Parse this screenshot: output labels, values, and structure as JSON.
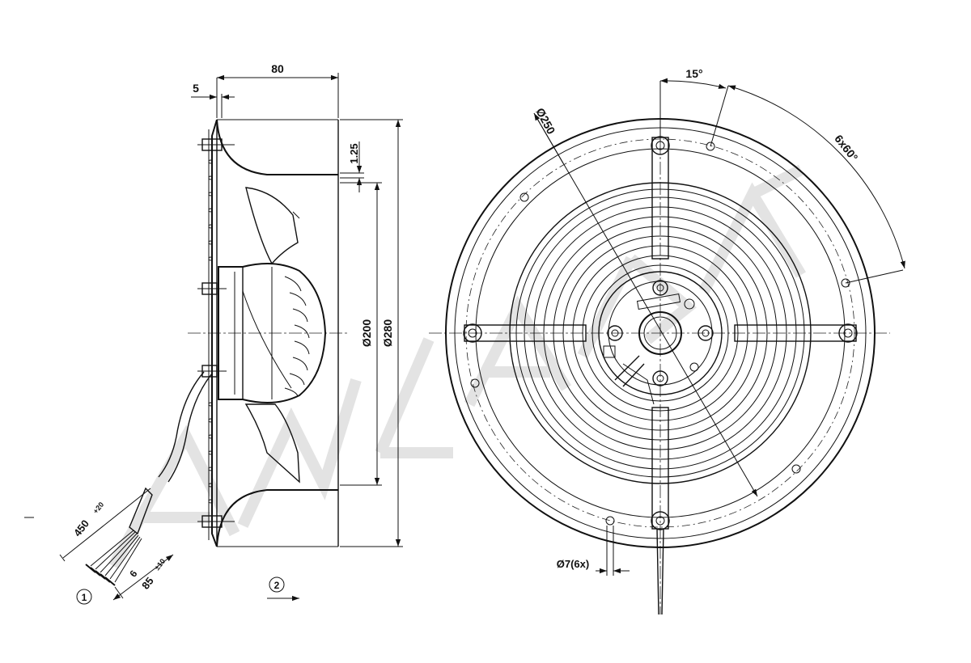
{
  "dimensions": {
    "depth_total": "80",
    "flange_offset": "5",
    "rim_gap": "1.25",
    "inner_diameter": "Ø200",
    "outer_diameter": "Ø280",
    "bolt_circle": "Ø250",
    "angle_offset": "15°",
    "hole_pattern": "6x60°",
    "holes": "Ø7(6x)",
    "cable_length": "450",
    "cable_length_tol": "+20",
    "strip_length": "6",
    "lead_length": "85",
    "lead_length_tol": "±10"
  },
  "callouts": {
    "label_1": "1",
    "label_2": "2"
  },
  "colors": {
    "line": "#111111",
    "watermark": "#e3e3e3",
    "background": "#ffffff"
  }
}
